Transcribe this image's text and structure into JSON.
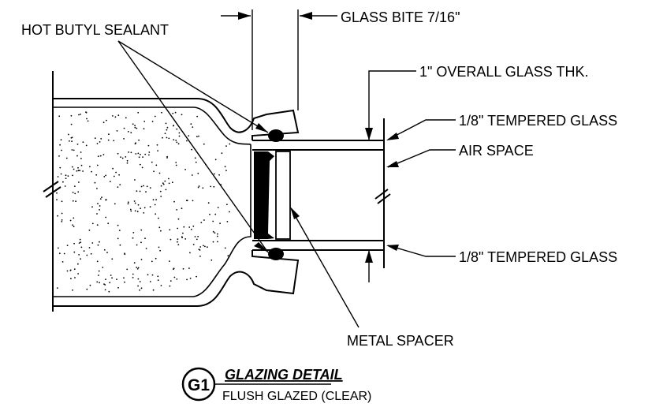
{
  "labels": {
    "sealant": "HOT BUTYL SEALANT",
    "glass_bite": "GLASS BITE 7/16\"",
    "overall_thk": "1\" OVERALL GLASS THK.",
    "tempered_top": "1/8\" TEMPERED GLASS",
    "air_space": "AIR SPACE",
    "tempered_bottom": "1/8\" TEMPERED GLASS",
    "metal_spacer": "METAL SPACER"
  },
  "detail": {
    "badge": "G1",
    "title": "GLAZING DETAIL",
    "subtitle": "FLUSH GLAZED (CLEAR)"
  },
  "colors": {
    "line": "#000000",
    "background": "#ffffff",
    "sealant": "#000000"
  }
}
